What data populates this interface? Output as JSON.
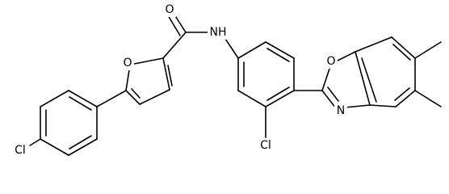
{
  "structure": {
    "atoms": {
      "carbonyl_o": "O",
      "furan_o": "O",
      "amide_nh": "NH",
      "oxazole_o": "O",
      "oxazole_n": "N",
      "cl_phenyl": "Cl",
      "cl_aryl": "Cl"
    }
  }
}
